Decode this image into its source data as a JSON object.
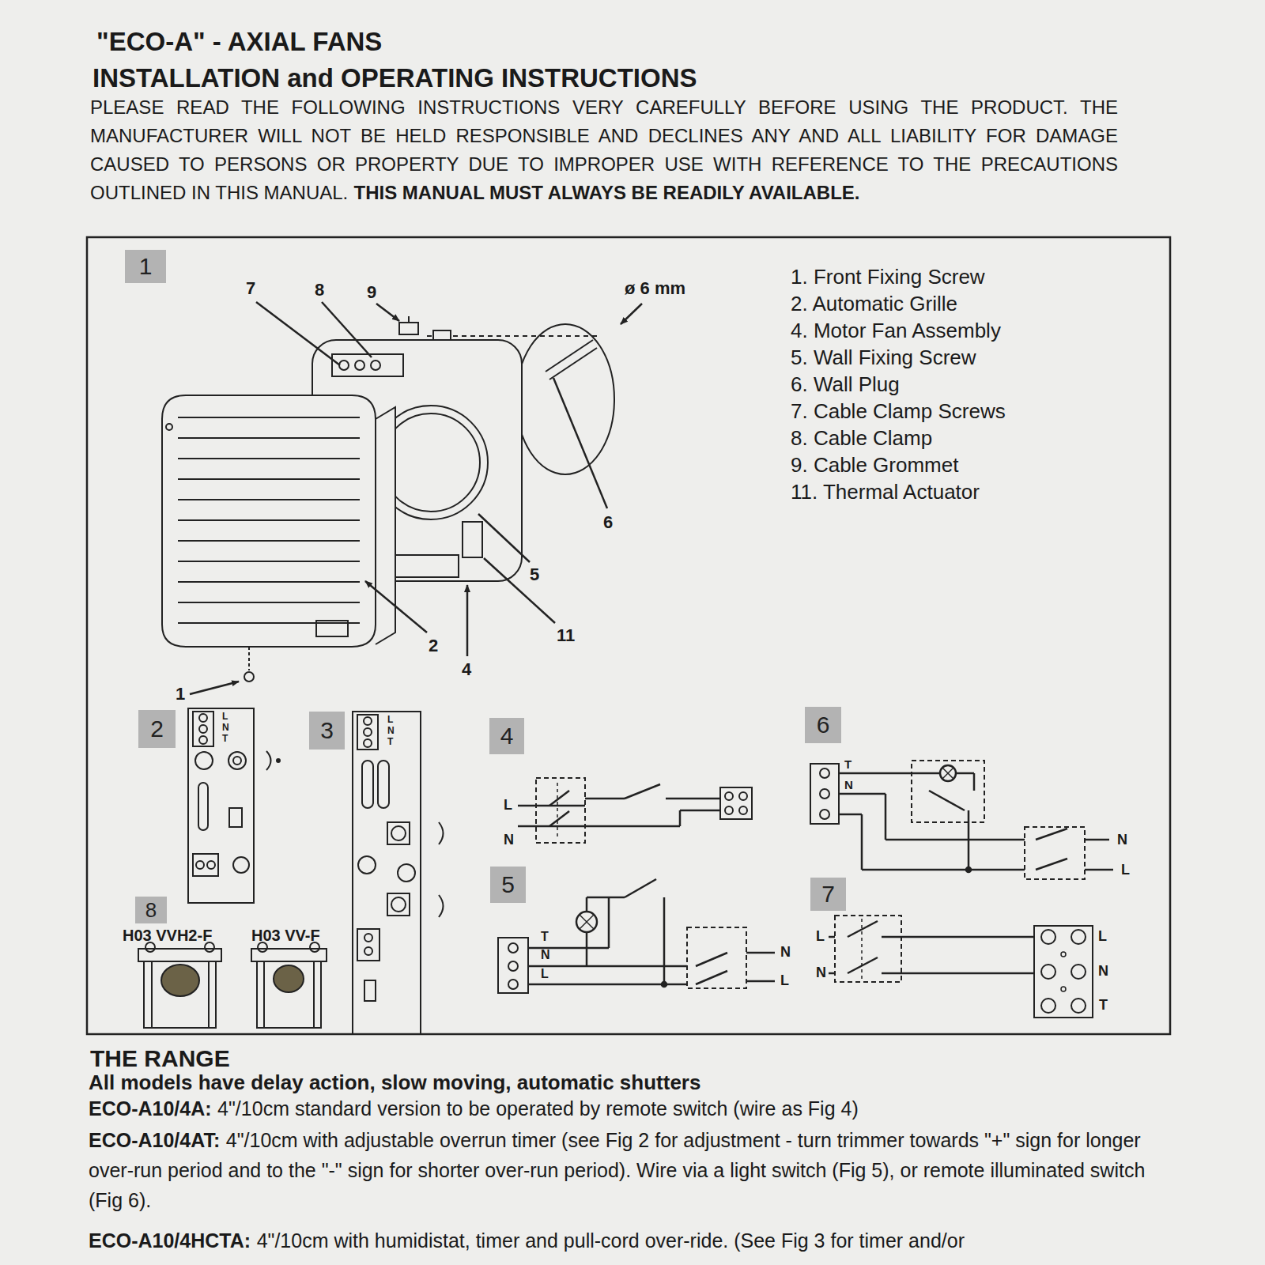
{
  "diagram": {
    "title": "\"ECO-A\" - AXIAL FANS",
    "nodes": [
      {
        "text": [
          "1"
        ]
      },
      {
        "text": [
          "2"
        ]
      },
      {
        "text": [
          "3"
        ]
      },
      {
        "text": [
          "4"
        ]
      },
      {
        "text": [
          "5"
        ]
      },
      {
        "text": [
          "6"
        ]
      },
      {
        "text": [
          "7"
        ]
      },
      {
        "text": [
          "8"
        ]
      }
    ],
    "labels": [
      "INSTALLATION and OPERATING INSTRUCTIONS",
      "PLEASE READ THE FOLLOWING INSTRUCTIONS VERY CAREFULLY BEFORE USING THE PRODUCT. THE MANUFACTURER WILL NOT BE HELD RESPONSIBLE AND DECLINES ANY AND ALL LIABILITY FOR DAMAGE CAUSED TO PERSONS OR PROPERTY DUE TO IMPROPER USE WITH REFERENCE TO THE PRECAUTIONS OUTLINED IN THIS MANUAL.",
      "THIS MANUAL MUST ALWAYS BE READILY AVAILABLE.",
      "1. Front Fixing Screw",
      "2. Automatic Grille",
      "4. Motor Fan Assembly",
      "5. Wall Fixing Screw",
      "6. Wall Plug",
      "7. Cable Clamp Screws",
      "8. Cable Clamp",
      "9. Cable Grommet",
      "11. Thermal Actuator",
      "7",
      "8",
      "9",
      "ø 6 mm",
      "6",
      "5",
      "11",
      "2",
      "4",
      "1",
      "L",
      "N",
      "T",
      "L",
      "N",
      "T",
      "L",
      "N",
      "T",
      "N",
      "L",
      "N",
      "L",
      "T",
      "N",
      "N",
      "L",
      "L",
      "N",
      "L",
      "N",
      "T",
      "H03 VVH2-F",
      "H03 VV-F",
      "THE RANGE",
      "All models have delay action, slow moving, automatic shutters",
      "ECO-A10/4A:",
      "4\"/10cm standard version to be operated by remote switch (wire as Fig 4)",
      "ECO-A10/4AT:",
      "4\"/10cm with adjustable overrun timer (see Fig 2 for adjustment - turn trimmer towards \"+\" sign for longer over-run period and to the \"-\" sign for shorter over-run period). Wire via a light switch (Fig 5), or remote illuminated switch (Fig 6).",
      "ECO-A10/4HCTA:",
      "4\"/10cm with humidistat, timer and pull-cord over-ride. (See Fig 3 for timer and/or"
    ]
  }
}
